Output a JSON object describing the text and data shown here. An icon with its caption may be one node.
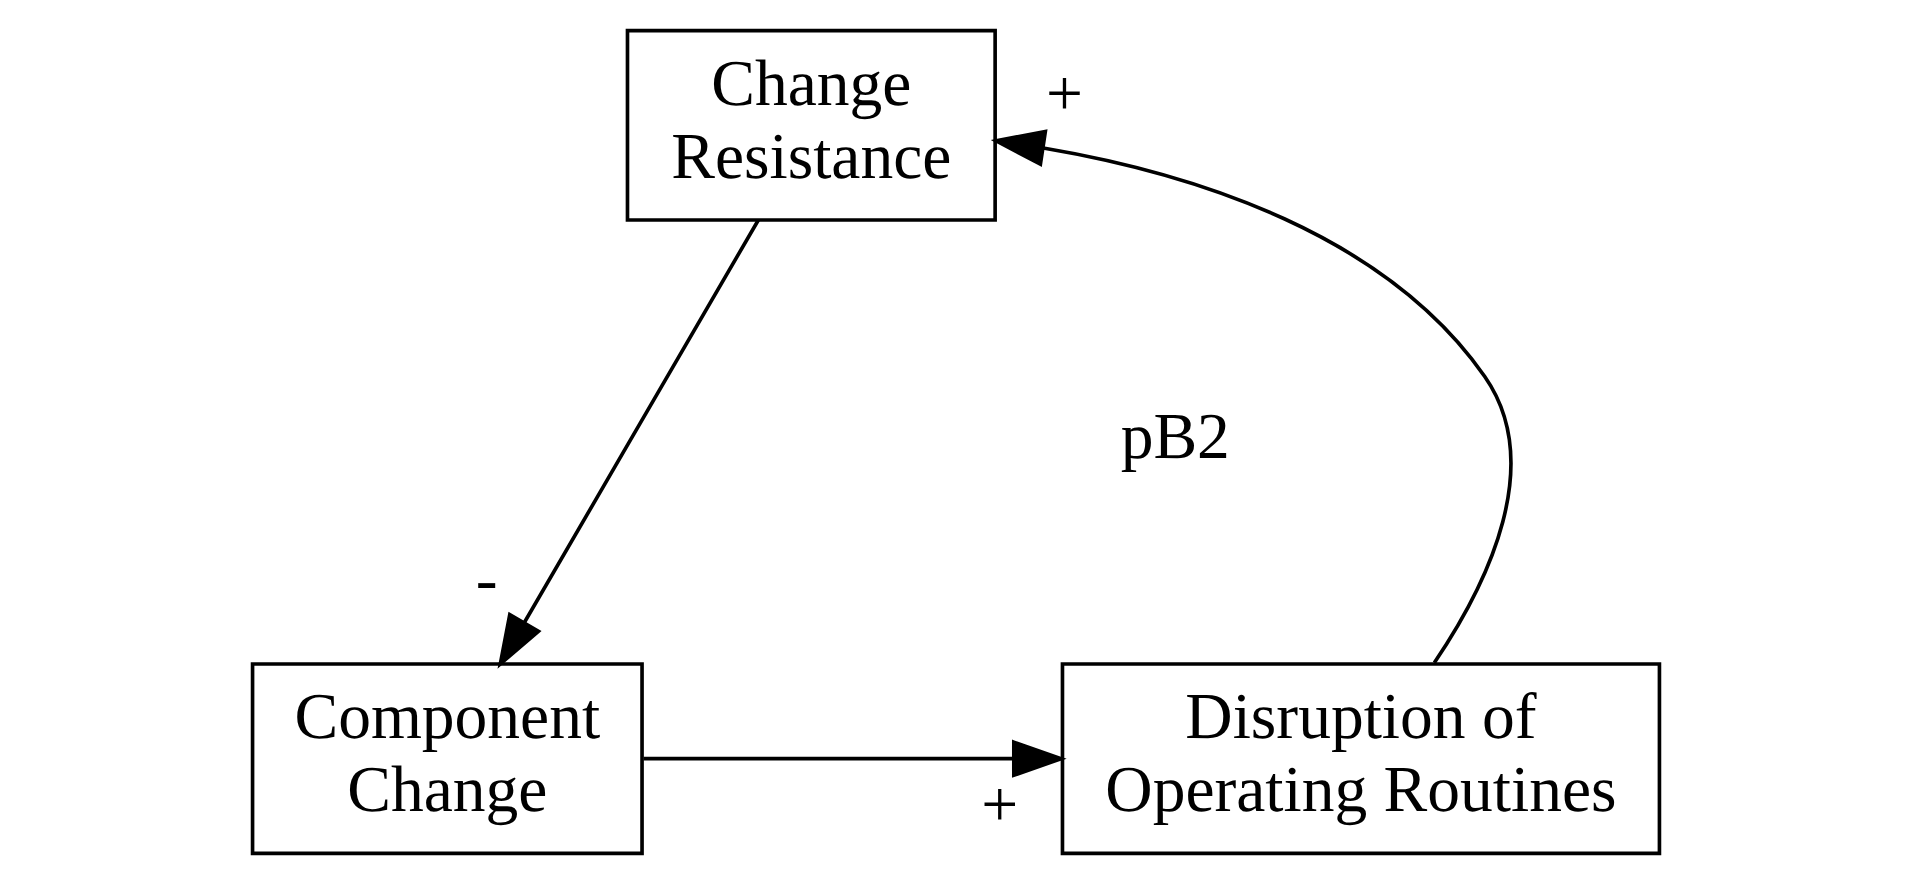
{
  "diagram": {
    "nodes": [
      {
        "text": [
          "Change Resistance"
        ]
      },
      {
        "text": [
          "Component Change"
        ]
      },
      {
        "text": [
          "Disruption of Operating Routines"
        ]
      }
    ],
    "edges": [
      {
        "from": 0,
        "to": 1,
        "arrow": "to",
        "label": "-"
      },
      {
        "from": 1,
        "to": 2,
        "arrow": "to",
        "label": "+"
      },
      {
        "from": 2,
        "to": 0,
        "arrow": "to",
        "label": "+"
      }
    ],
    "labels": [
      "pB2"
    ]
  }
}
